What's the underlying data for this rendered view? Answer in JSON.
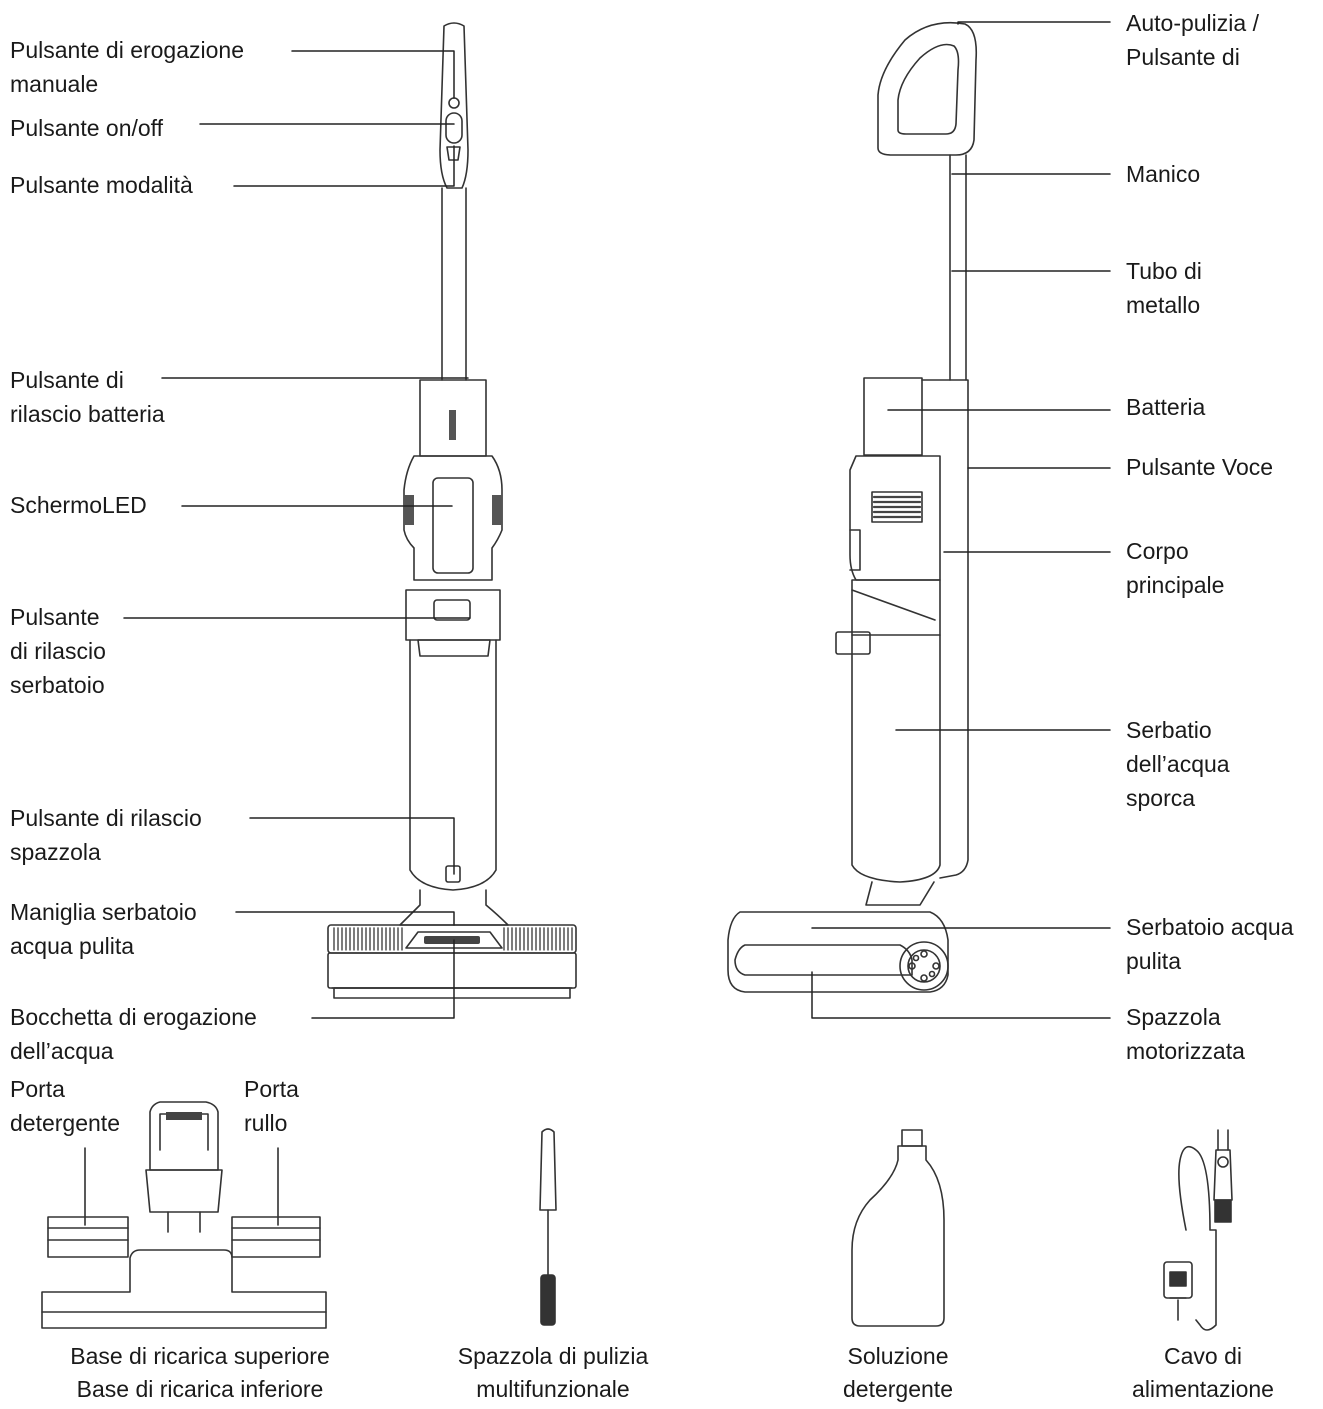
{
  "front_view": {
    "labels": {
      "manual_dispense": "Pulsante di erogazione\nmanuale",
      "on_off": "Pulsante on/off",
      "mode": "Pulsante modalità",
      "battery_release": "Pulsante di\nrilascio batteria",
      "led_screen": "SchermoLED",
      "tank_release": "Pulsante\ndi rilascio\nserbatoio",
      "brush_release": "Pulsante di rilascio\nspazzola",
      "clean_tank_handle": "Maniglia serbatoio\nacqua pulita",
      "water_nozzle": "Bocchetta di erogazione\ndell’acqua"
    }
  },
  "side_view": {
    "labels": {
      "self_clean": "Auto-pulizia /\nPulsante di",
      "handle": "Manico",
      "metal_tube": "Tubo di\nmetallo",
      "battery": "Batteria",
      "voice_button": "Pulsante Voce",
      "main_body": "Corpo\nprincipale",
      "dirty_tank": "Serbatio\ndell’acqua\nsporca",
      "clean_tank": "Serbatoio acqua\npulita",
      "motor_brush": "Spazzola\nmotorizzata"
    }
  },
  "accessories": {
    "dock_labels": {
      "detergent_holder": "Porta\ndetergente",
      "roller_holder": "Porta\nrullo"
    },
    "captions": {
      "dock": "Base di ricarica superiore\nBase di ricarica inferiore",
      "cleaning_brush": "Spazzola di pulizia\nmultifunzionale",
      "detergent": "Soluzione\ndetergente",
      "power_cable": "Cavo di\nalimentazione"
    }
  }
}
